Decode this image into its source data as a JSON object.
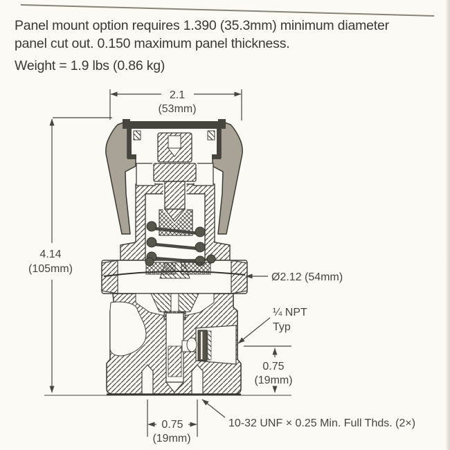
{
  "note": {
    "line1": "Panel mount option requires 1.390 (35.3mm) minimum diameter",
    "line2": "panel cut out. 0.150 maximum panel thickness.",
    "weight": "Weight = 1.9 lbs (0.86 kg)"
  },
  "diagram": {
    "subject": "panel-mount pressure regulator cross-section",
    "dim_width": {
      "inches": "2.1",
      "metric": "(53mm)"
    },
    "dim_height": {
      "inches": "4.14",
      "metric": "(105mm)"
    },
    "dim_body_diameter": "Ø2.12 (54mm)",
    "port_label": {
      "line1": "¼ NPT",
      "line2": "Typ"
    },
    "dim_port_height": {
      "inches": "0.75",
      "metric": "(19mm)"
    },
    "dim_hole_spacing": {
      "inches": "0.75",
      "metric": "(19mm)"
    },
    "thread_note": "10-32 UNF × 0.25 Min. Full Thds. (2×)",
    "colors": {
      "knob_fill": "#a8a396",
      "cap_fill": "#46453d",
      "line": "#41403a",
      "coil": "#57564c",
      "background": "#fbfaf5"
    }
  }
}
